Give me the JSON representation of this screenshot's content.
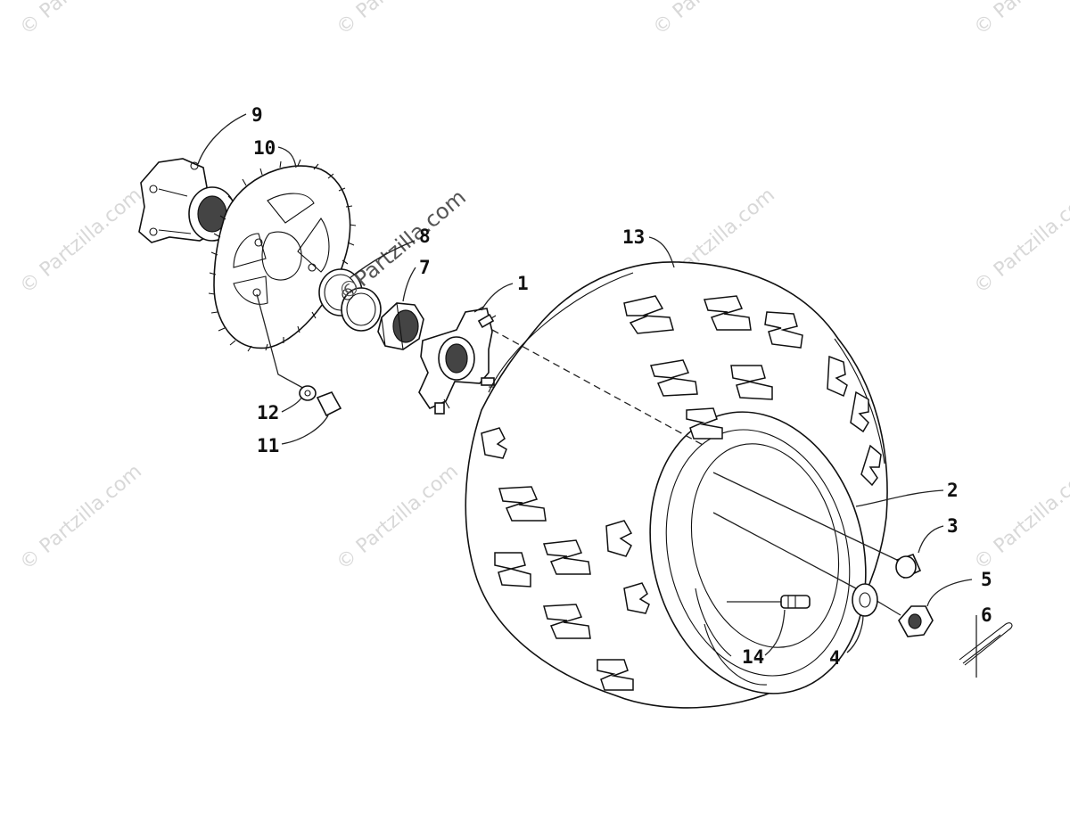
{
  "diagram": {
    "watermark": "© Partzilla.com",
    "watermark_center": "©Partzilla.com",
    "callouts": [
      {
        "id": "c1",
        "label": "1"
      },
      {
        "id": "c2",
        "label": "2"
      },
      {
        "id": "c3",
        "label": "3"
      },
      {
        "id": "c4",
        "label": "4"
      },
      {
        "id": "c5",
        "label": "5"
      },
      {
        "id": "c6",
        "label": "6"
      },
      {
        "id": "c7",
        "label": "7"
      },
      {
        "id": "c8",
        "label": "8"
      },
      {
        "id": "c9",
        "label": "9"
      },
      {
        "id": "c10",
        "label": "10"
      },
      {
        "id": "c11",
        "label": "11"
      },
      {
        "id": "c12",
        "label": "12"
      },
      {
        "id": "c13",
        "label": "13"
      },
      {
        "id": "c14",
        "label": "14"
      }
    ]
  }
}
